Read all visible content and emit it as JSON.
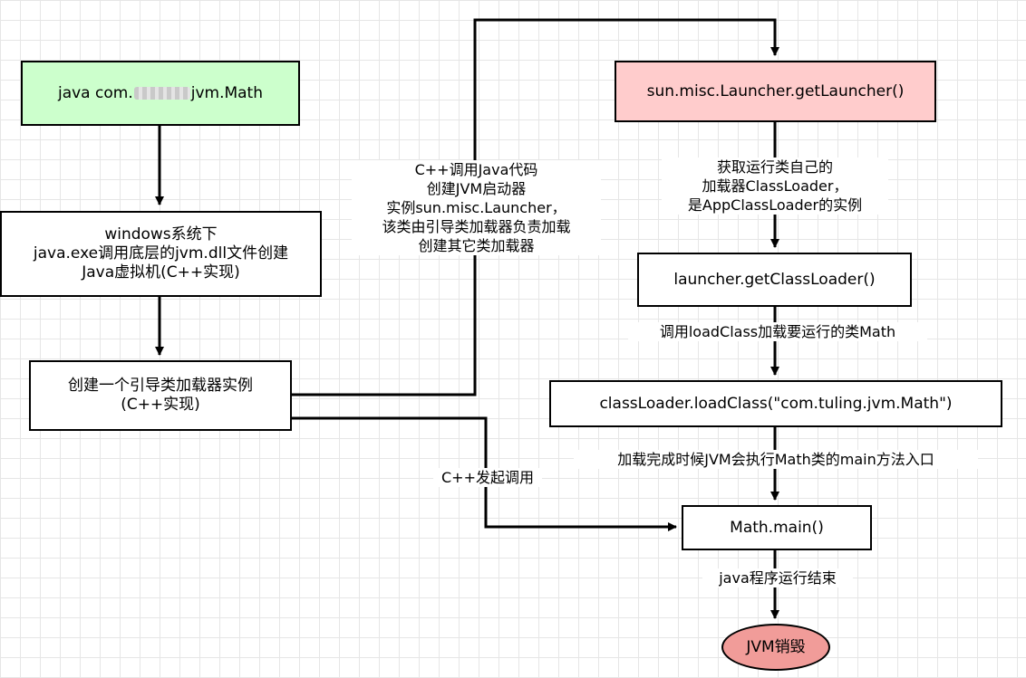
{
  "nodes": {
    "java_command": {
      "prefix": "java com.",
      "suffix": "jvm.Math"
    },
    "windows_create_jvm": {
      "lines": [
        "windows系统下",
        "java.exe调用底层的jvm.dll文件创建",
        "Java虚拟机(C++实现)"
      ]
    },
    "bootstrap_loader": {
      "lines": [
        "创建一个引导类加载器实例",
        "(C++实现)"
      ]
    },
    "get_launcher": {
      "text": "sun.misc.Launcher.getLauncher()"
    },
    "get_classloader": {
      "text": "launcher.getClassLoader()"
    },
    "load_class": {
      "text": "classLoader.loadClass(\"com.tuling.jvm.Math\")"
    },
    "math_main": {
      "text": "Math.main()"
    },
    "jvm_destroy": {
      "text": "JVM销毁"
    }
  },
  "edge_labels": {
    "cpp_invoke_java": {
      "lines": [
        "C++调用Java代码",
        "创建JVM启动器",
        "实例sun.misc.Launcher，",
        "该类由引导类加载器负责加载",
        "创建其它类加载器"
      ]
    },
    "get_app_classloader": {
      "lines": [
        "获取运行类自己的",
        "加载器ClassLoader，",
        "是AppClassLoader的实例"
      ]
    },
    "load_math_class": {
      "text": "调用loadClass加载要运行的类Math"
    },
    "call_main_entry": {
      "text": "加载完成时候JVM会执行Math类的main方法入口"
    },
    "cpp_call": {
      "text": "C++发起调用"
    },
    "program_end": {
      "text": "java程序运行结束"
    }
  }
}
